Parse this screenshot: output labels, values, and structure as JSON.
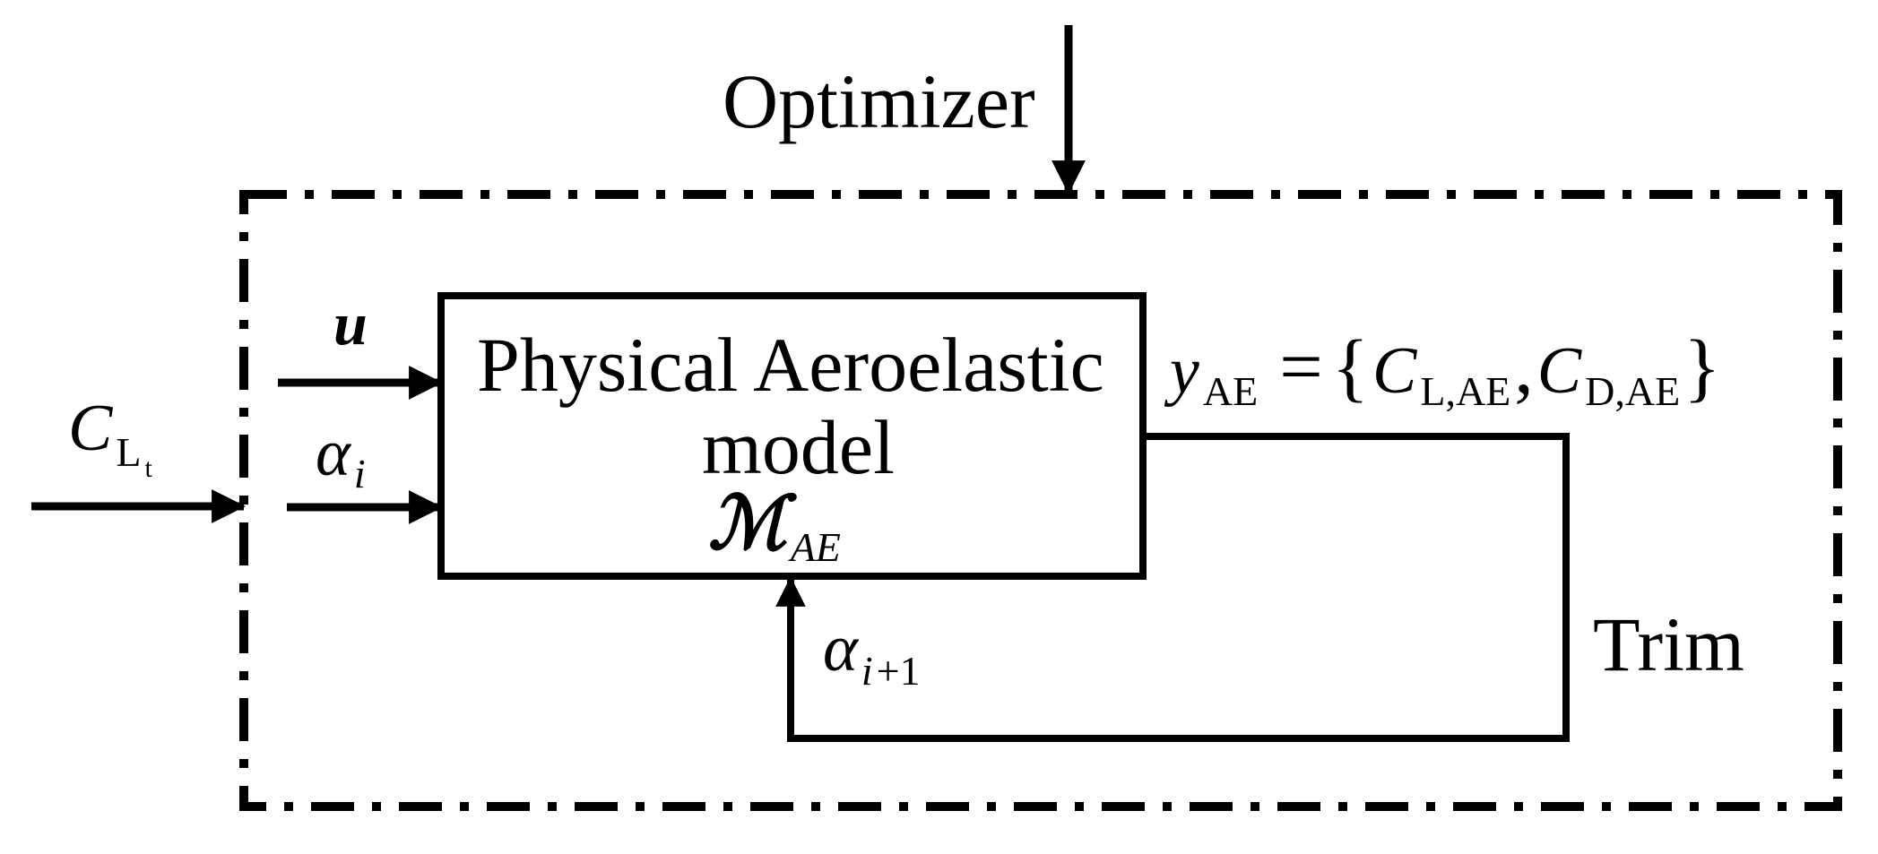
{
  "diagram": {
    "optimizer_label": "Optimizer",
    "block": {
      "line1": "Physical Aeroelastic",
      "line2": "model",
      "symbol": "ℳ",
      "symbol_sub": "AE"
    },
    "inputs": {
      "u": "u",
      "alpha": "α",
      "alpha_sub": "i",
      "cl": "C",
      "cl_sub": "L",
      "cl_subsub": "t"
    },
    "output": {
      "y": "y",
      "y_sub": "AE",
      "equals": "=",
      "open_brace": "{",
      "c1": "C",
      "c1_sub": "L,AE",
      "comma": ",",
      "c2": "C",
      "c2_sub": "D,AE",
      "close_brace": "}"
    },
    "feedback": {
      "alpha": "α",
      "alpha_sub": "i",
      "alpha_sub_rest": "+1",
      "trim_label": "Trim"
    }
  }
}
